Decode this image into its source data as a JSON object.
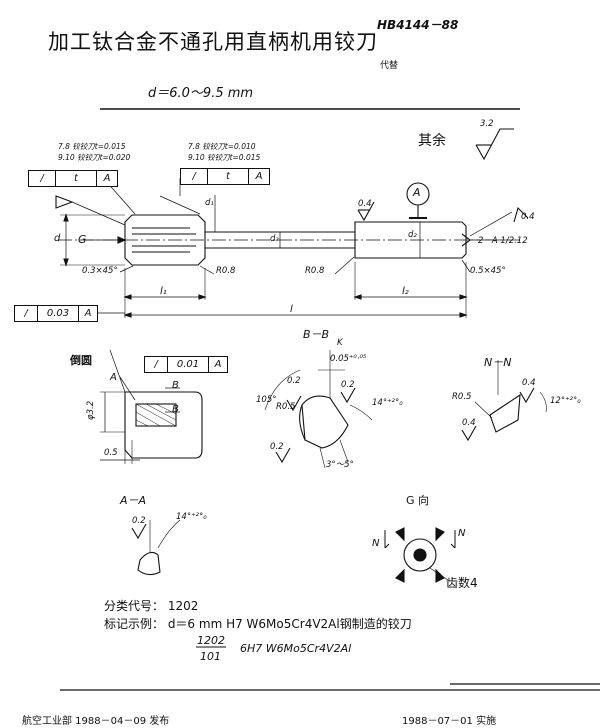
{
  "header": {
    "title": "加工钛合金不通孔用直柄机用铰刀",
    "standard_no": "HB4144－88",
    "replaces": "代替",
    "diameter_range": "d＝6.0～9.5 mm"
  },
  "main_view": {
    "surface_finish_label": "其余",
    "surface_finish_value": "3.2",
    "tol_left_1": "7.8 铰铰刀t=0.015",
    "tol_left_2": "9.10 铰铰刀t=0.020",
    "tol_right_1": "7.8 铰铰刀t=0.010",
    "tol_right_2": "9.10 铰铰刀t=0.015",
    "frame_left": [
      "/",
      "t",
      "A"
    ],
    "frame_right": [
      "/",
      "t",
      "A"
    ],
    "frame_bottom": [
      "/",
      "0.03",
      "A"
    ],
    "dim_d": "d",
    "dim_G": "G",
    "dim_d1": "d₁",
    "dim_d3": "d₃",
    "dim_d2": "d₂",
    "datum_A": "A",
    "rough_04a": "0.4",
    "rough_04b": "0.4",
    "center_hole": "2－A 1/2.12",
    "chamfer_left": "0.3×45°",
    "chamfer_right": "0.5×45°",
    "radius_left": "R0.8",
    "radius_right": "R0.8",
    "len_l1": "l₁",
    "len_l": "l",
    "len_l2": "l₂"
  },
  "detail_left": {
    "chamfer_label": "倒圆",
    "frame": [
      "/",
      "0.01",
      "A"
    ],
    "label_A": "A",
    "label_B1": "B",
    "label_B2": "B",
    "dim_phi": "φ3.2",
    "dim_05": "0.5"
  },
  "section_BB": {
    "title": "B－B",
    "label_K": "K",
    "dim_top": "0.05⁺⁰·⁰⁵",
    "angle_105": "105°",
    "radius": "R0.5",
    "rough_a": "0.2",
    "rough_b": "0.2",
    "angle_14": "14°⁺²°₀",
    "angle_35": "3°～5°"
  },
  "section_NN": {
    "title": "N－N",
    "radius": "R0.5",
    "rough_a": "0.4",
    "rough_b": "0.4",
    "angle_12": "12°⁺²°₀"
  },
  "section_AA": {
    "title": "A－A",
    "rough": "0.2",
    "angle_14": "14°⁺²°₀"
  },
  "view_G": {
    "title": "G 向",
    "label_N_left": "N",
    "label_N_right": "N",
    "teeth": "齿数4"
  },
  "notes": {
    "class_code": "分类代号：  1202",
    "marking": "标记示例：  d＝6 mm  H7   W6Mo5Cr4V2Al钢制造的铰刀",
    "fraction_top": "1202",
    "fraction_bottom": "101",
    "fraction_rest": "6H7   W6Mo5Cr4V2Al"
  },
  "footer": {
    "issuer": "航空工业部 1988－04－09  发布",
    "effective": "1988－07－01  实施"
  }
}
